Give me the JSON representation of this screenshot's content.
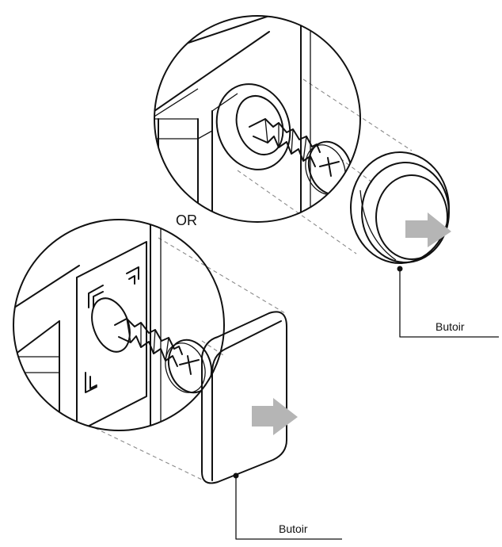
{
  "labels": {
    "or": "OR",
    "top_callout": "Butoir",
    "bottom_callout": "Butoir"
  },
  "colors": {
    "line": "#111111",
    "arrow": "#b5b5b5",
    "dashed": "#8a8a8a",
    "background": "#ffffff"
  },
  "icons": {
    "screw": "screw-icon",
    "arrow": "push-arrow-icon"
  }
}
